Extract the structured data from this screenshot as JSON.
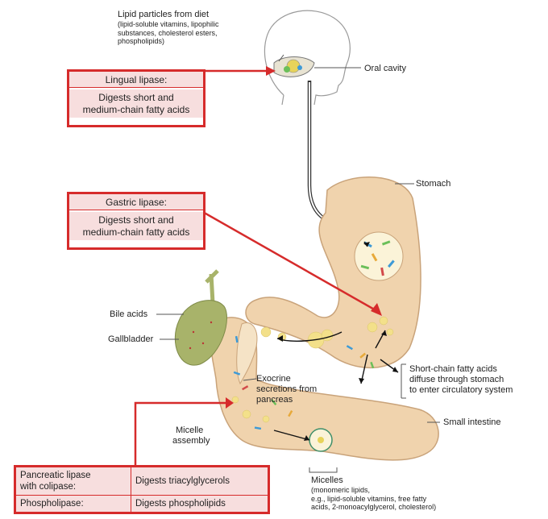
{
  "top_caption": {
    "line1": "Lipid particles from diet",
    "line2": "(lipid-soluble vitamins, lipophilic",
    "line3": "substances, cholesterol esters,",
    "line4": "phospholipids)"
  },
  "labels": {
    "oral_cavity": "Oral cavity",
    "stomach": "Stomach",
    "bile_acids": "Bile acids",
    "gallbladder": "Gallbladder",
    "exocrine_line1": "Exocrine",
    "exocrine_line2": "secretions from",
    "exocrine_line3": "pancreas",
    "scfa_line1": "Short-chain fatty acids",
    "scfa_line2": "diffuse through stomach",
    "scfa_line3": "to enter circulatory system",
    "small_intestine": "Small intestine",
    "micelle_assembly_line1": "Micelle",
    "micelle_assembly_line2": "assembly",
    "micelles_title": "Micelles",
    "micelles_line1": "(monomeric lipids,",
    "micelles_line2": "e.g., lipid-soluble vitamins, free fatty",
    "micelles_line3": "acids, 2-monoacylglycerol, cholesterol)"
  },
  "lingual_box": {
    "title": "Lingual lipase:",
    "body1": "Digests short and",
    "body2": "medium-chain fatty acids"
  },
  "gastric_box": {
    "title": "Gastric lipase:",
    "body1": "Digests short and",
    "body2": "medium-chain fatty acids"
  },
  "pancreatic_table": {
    "rows": [
      {
        "enzyme1": "Pancreatic lipase",
        "enzyme2": "with colipase:",
        "action": "Digests triacylglycerols"
      },
      {
        "enzyme1": "Phospholipase:",
        "enzyme2": "",
        "action": "Digests phospholipids"
      }
    ]
  },
  "colors": {
    "box_border": "#d62b2b",
    "box_fill": "#f7dede",
    "tissue": "#f0d3ad",
    "tissue_edge": "#c9a37a",
    "gallbladder": "#a8b36a",
    "esophagus": "#333333"
  }
}
